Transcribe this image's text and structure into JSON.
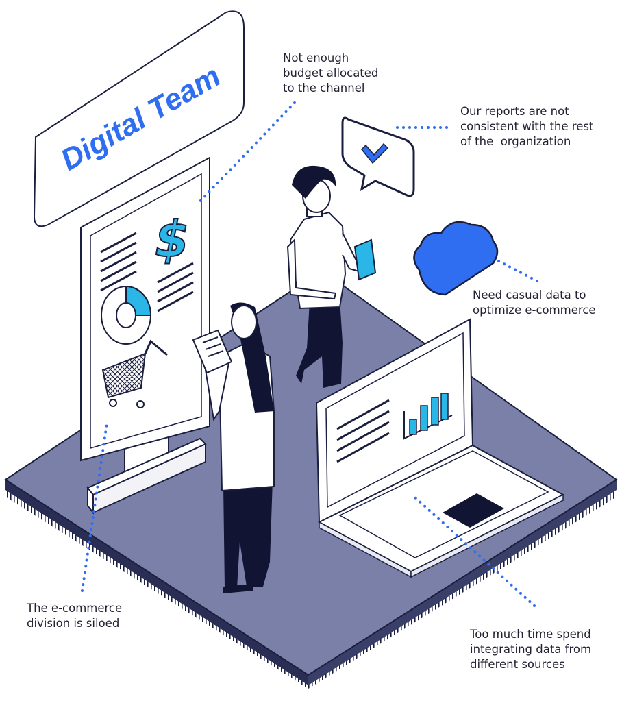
{
  "sign": {
    "title": "Digital Team"
  },
  "board": {
    "currency_symbol": "$"
  },
  "callouts": {
    "budget": {
      "lines": [
        "Not enough",
        "budget allocated",
        "to the channel"
      ]
    },
    "reports": {
      "lines": [
        "Our reports are not",
        "consistent with the rest",
        "of the  organization"
      ]
    },
    "casual": {
      "lines": [
        "Need casual data to",
        "optimize e-commerce"
      ]
    },
    "siloed": {
      "lines": [
        "The e-commerce",
        "division is siloed"
      ]
    },
    "time": {
      "lines": [
        "Too much time spend",
        "integrating data from",
        "different sources"
      ]
    }
  },
  "colors": {
    "navy": "#111433",
    "platform": "#7a80a8",
    "accent_blue": "#2f6ef0",
    "cyan": "#2ab7e8",
    "outline": "#1b1f3f",
    "dots": "#2f6ef0"
  }
}
